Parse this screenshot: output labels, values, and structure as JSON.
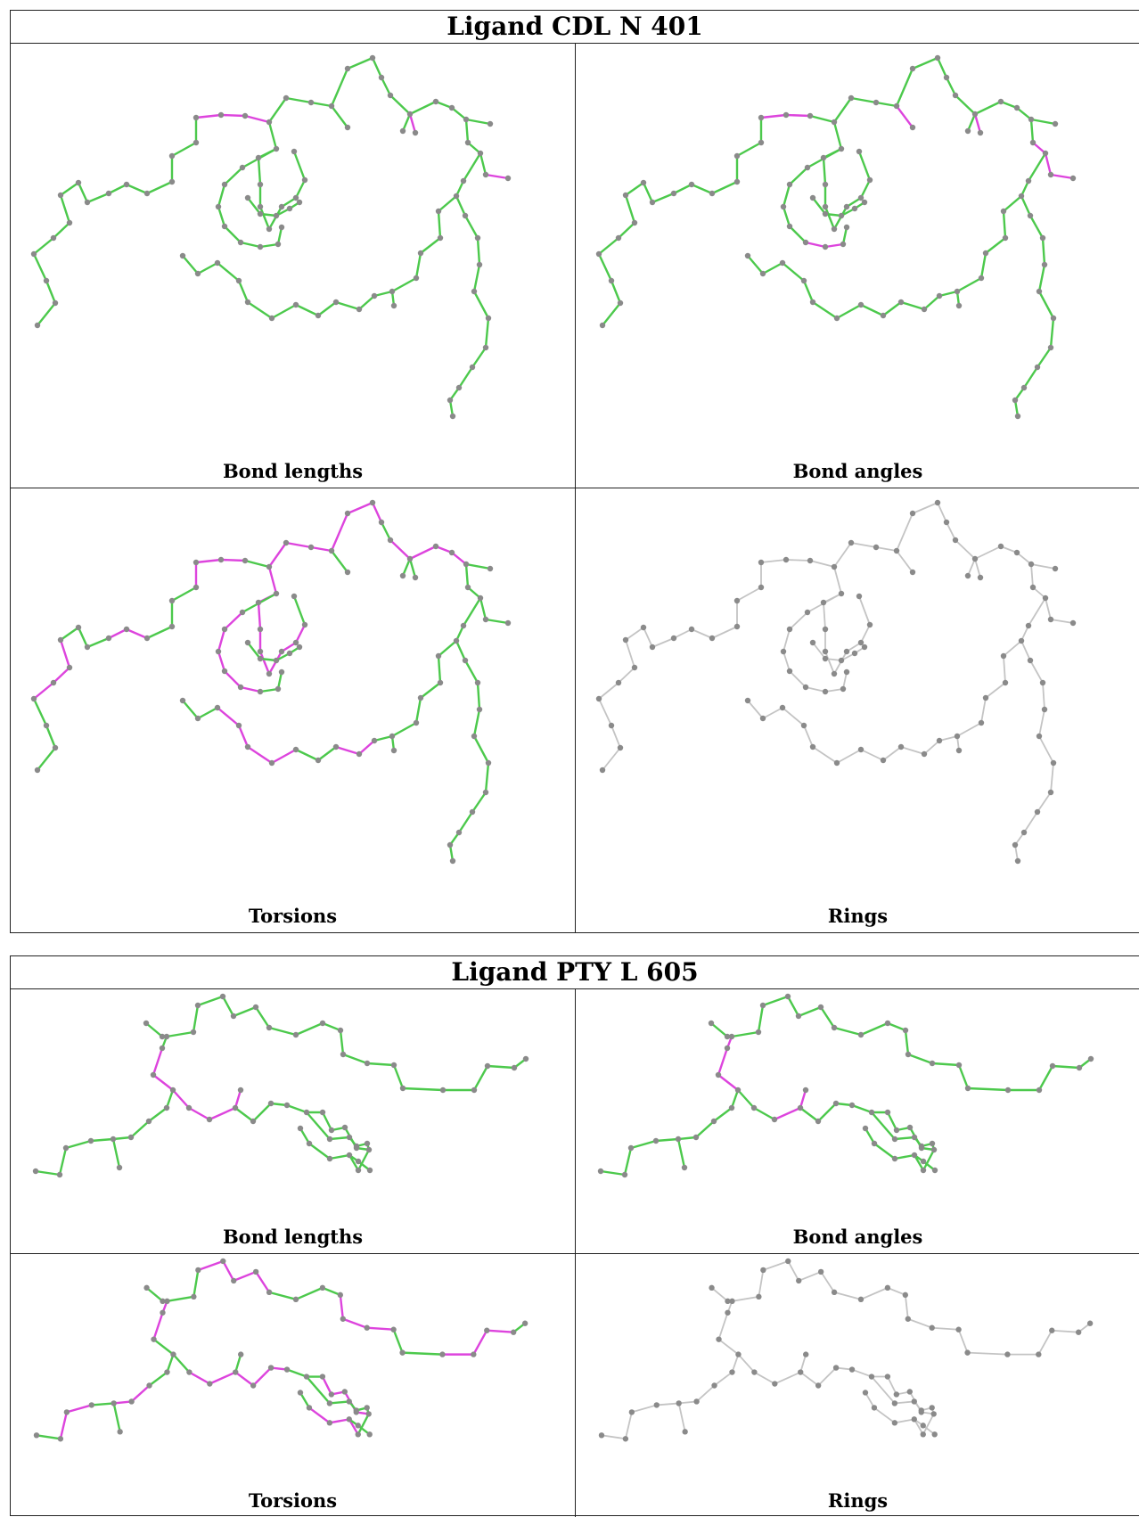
{
  "ligands": [
    {
      "title": "Ligand CDL N 401",
      "panels": [
        "Bond lengths",
        "Bond angles",
        "Torsions",
        "Rings"
      ]
    },
    {
      "title": "Ligand PTY L 605",
      "panels": [
        "Bond lengths",
        "Bond angles",
        "Torsions",
        "Rings"
      ]
    }
  ],
  "colors": {
    "ok": "#4cc94c",
    "outlier": "#dd44dd",
    "neutral": "#c4c4c4",
    "atom": "#8a8a8a",
    "border": "#222222"
  }
}
